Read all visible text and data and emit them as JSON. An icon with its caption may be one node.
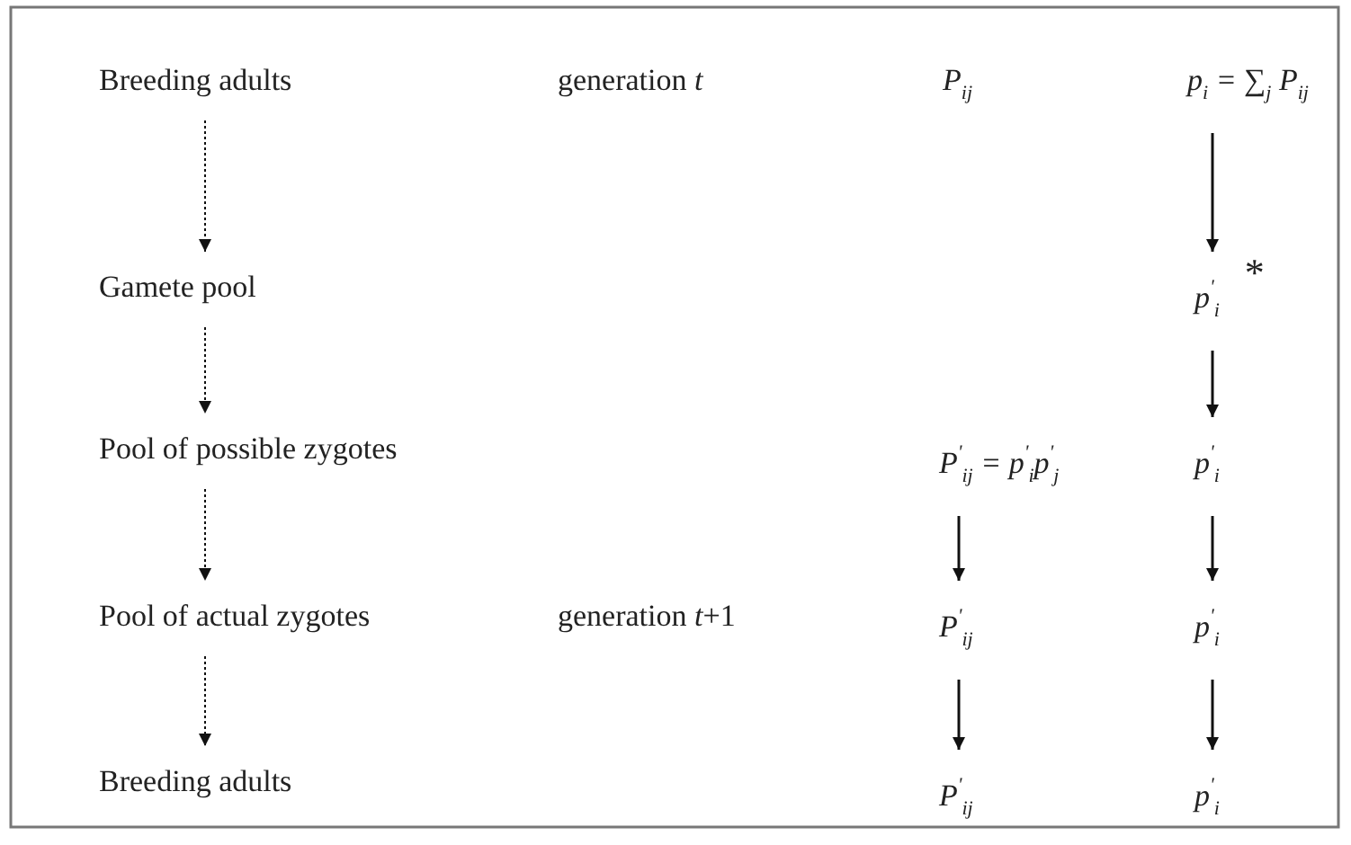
{
  "diagram": {
    "nodes": [
      {
        "text": [
          "Breeding adults"
        ]
      },
      {
        "text": [
          "Gamete pool"
        ]
      },
      {
        "text": [
          "Pool of possible zygotes"
        ]
      },
      {
        "text": [
          "Pool of actual zygotes"
        ]
      },
      {
        "text": [
          "Breeding adults"
        ]
      },
      {
        "text": [
          "p$_{i}$ = ∑$_{j}$ P$_{ij}$"
        ]
      },
      {
        "text": [
          "p$^{'}$$_{i}$"
        ],
        "beside": [
          "*"
        ]
      },
      {
        "text": [
          "p$^{'}$$_{i}$"
        ]
      },
      {
        "text": [
          "p$^{'}$$_{i}$"
        ]
      },
      {
        "text": [
          "p$^{'}$$_{i}$"
        ]
      },
      {
        "text": [
          "P$^{'}$$_{ij}$ = p$^{'}$$_{i}$p$^{'}$$_{j}$"
        ]
      },
      {
        "text": [
          "P$^{'}$$_{ij}$"
        ]
      },
      {
        "text": [
          "P$^{'}$$_{ij}$"
        ]
      }
    ],
    "edges": [
      {
        "from": 0,
        "to": 1,
        "arrow": "to",
        "style": "dashed"
      },
      {
        "from": 1,
        "to": 2,
        "arrow": "to",
        "style": "dashed"
      },
      {
        "from": 2,
        "to": 3,
        "arrow": "to",
        "style": "dashed"
      },
      {
        "from": 3,
        "to": 4,
        "arrow": "to",
        "style": "dashed"
      },
      {
        "from": 5,
        "to": 6,
        "arrow": "to"
      },
      {
        "from": 6,
        "to": 7,
        "arrow": "to"
      },
      {
        "from": 7,
        "to": 8,
        "arrow": "to"
      },
      {
        "from": 8,
        "to": 9,
        "arrow": "to"
      },
      {
        "from": 10,
        "to": 11,
        "arrow": "to"
      },
      {
        "from": 11,
        "to": 12,
        "arrow": "to"
      }
    ],
    "labels": [
      "generation *t*",
      "P$_{ij}$",
      "generation *t*+1"
    ]
  }
}
